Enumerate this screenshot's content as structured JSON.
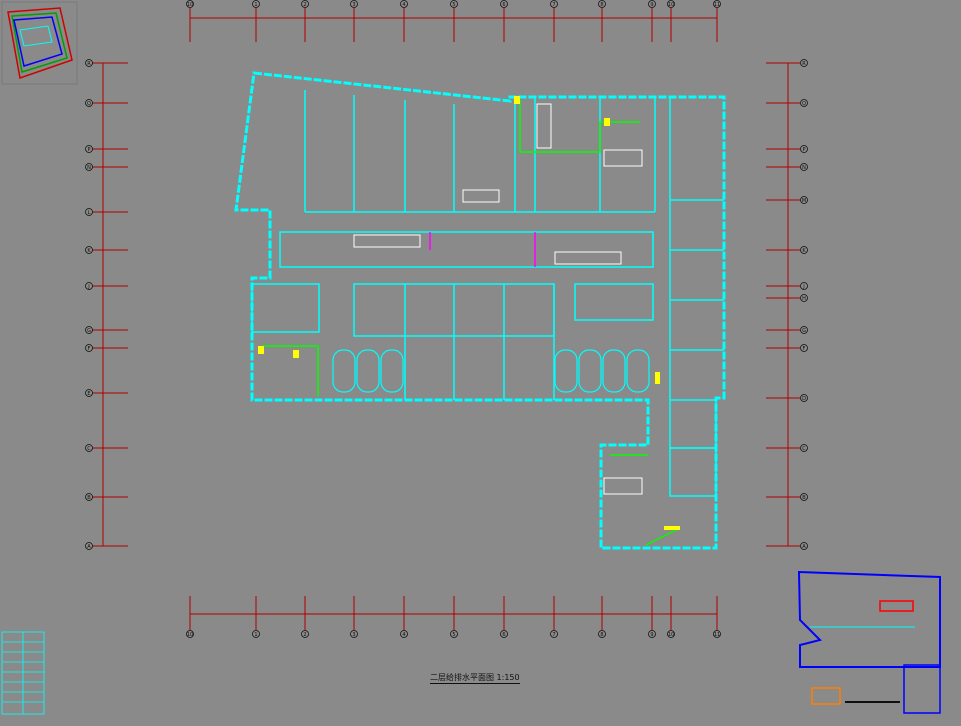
{
  "drawing": {
    "caption": "二层给排水平面图 1:150",
    "colors": {
      "background": "#8a8a8a",
      "axis": "#b00000",
      "wall": "#00ffff",
      "pipe_supply": "#00ff00",
      "pipe_drain": "#ff00ff",
      "fixture": "#ffff00",
      "minimap_outline": "#0000ff",
      "text": "#101010"
    }
  },
  "grid": {
    "column_labels": [
      "10",
      "1",
      "2",
      "3",
      "4",
      "5",
      "6",
      "7",
      "8",
      "9",
      "10",
      "11"
    ],
    "row_labels_left": [
      "R",
      "Q",
      "P",
      "N",
      "L",
      "K",
      "J",
      "G",
      "F",
      "E",
      "C",
      "B",
      "A"
    ],
    "row_labels_right": [
      "R",
      "Q",
      "P",
      "N",
      "M",
      "K",
      "J",
      "H",
      "G",
      "F",
      "D",
      "C",
      "B",
      "A"
    ]
  }
}
